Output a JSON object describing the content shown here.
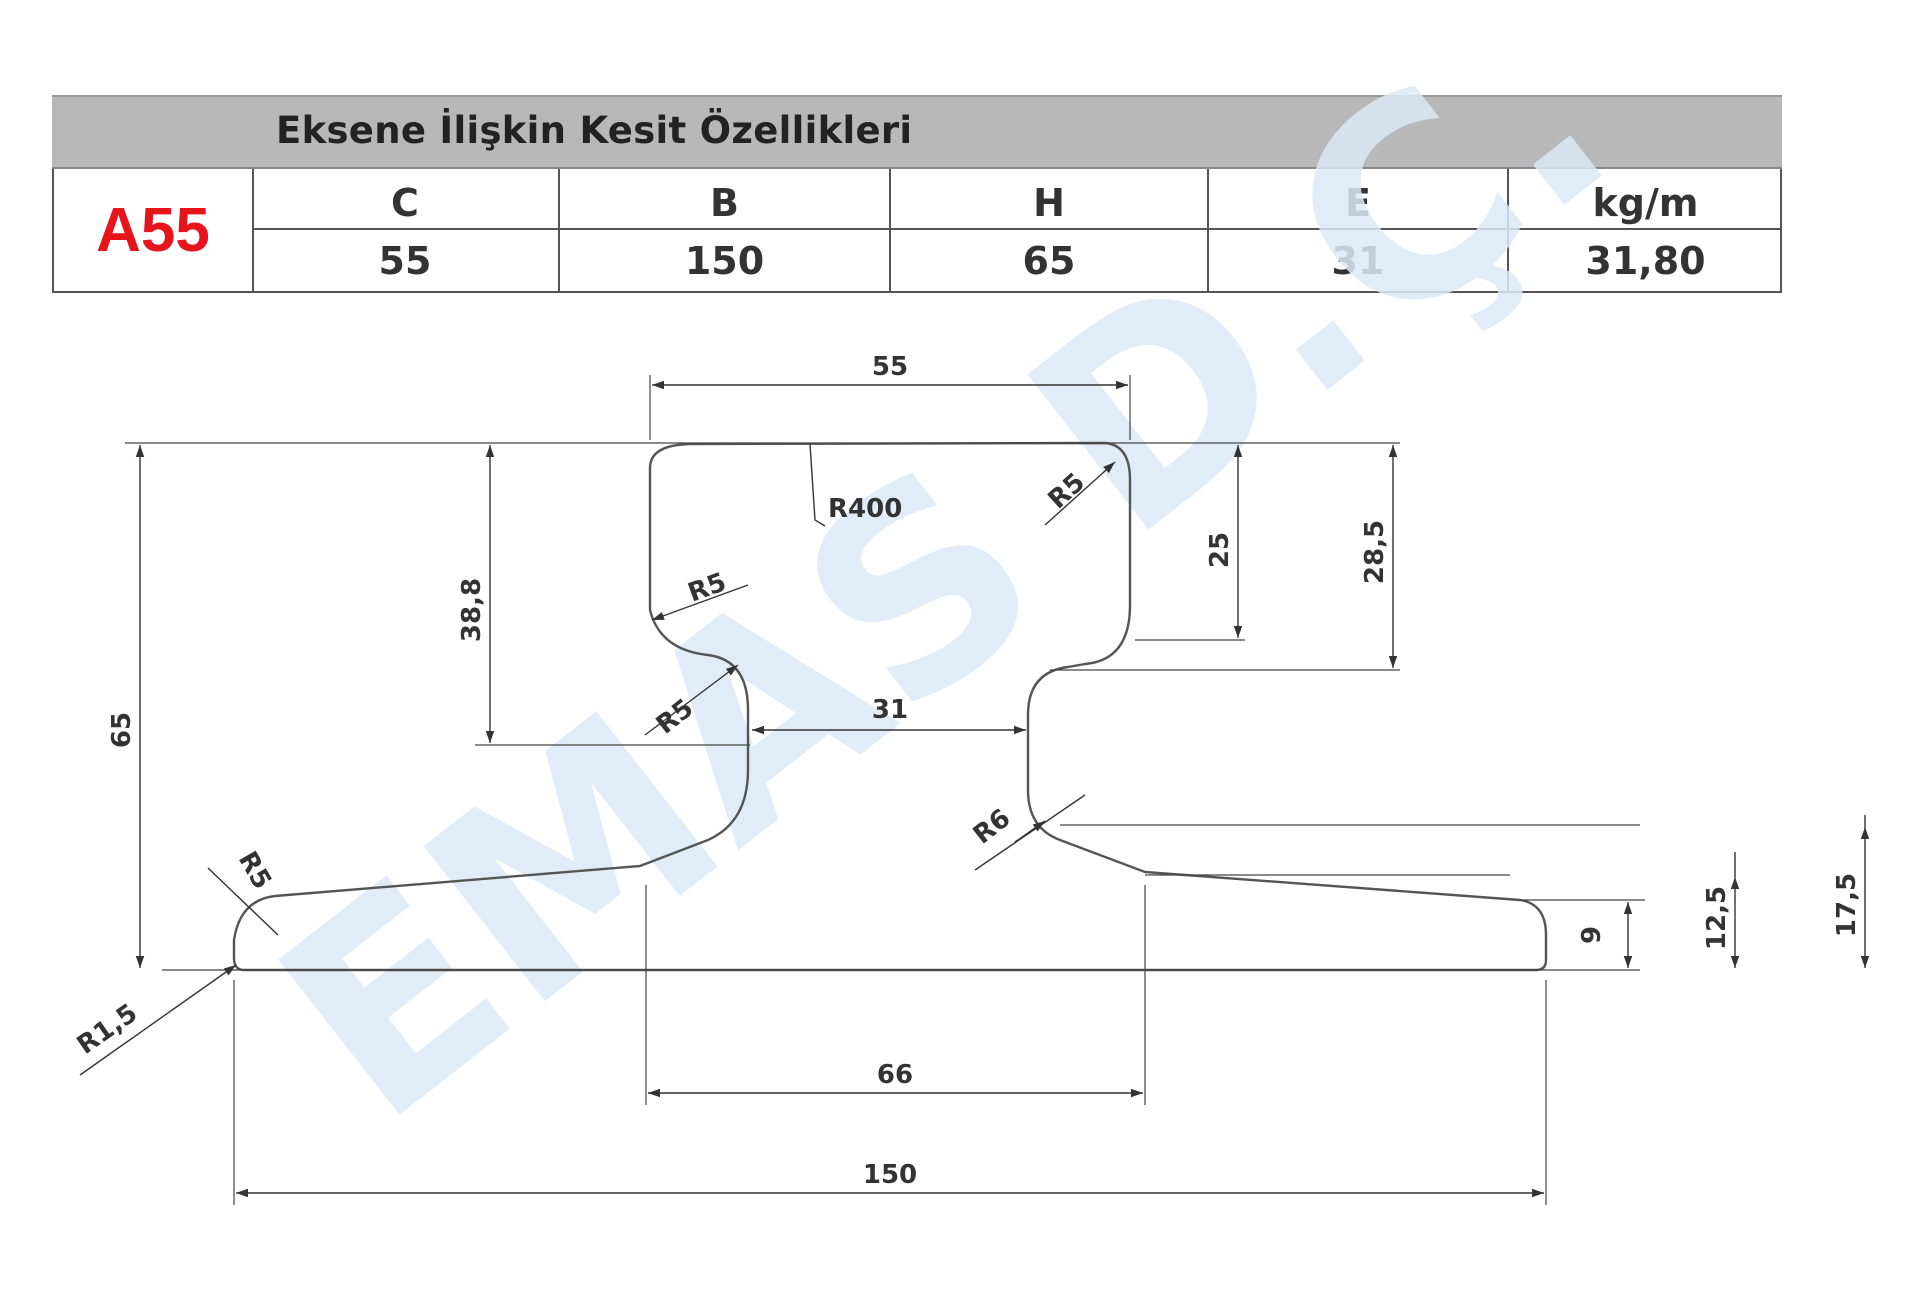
{
  "table": {
    "title": "Eksene İlişkin Kesit Özellikleri",
    "code": "A55",
    "columns": [
      {
        "header": "C",
        "value": "55"
      },
      {
        "header": "B",
        "value": "150"
      },
      {
        "header": "H",
        "value": "65"
      },
      {
        "header": "E",
        "value": "31"
      },
      {
        "header": "kg/m",
        "value": "31,80"
      }
    ]
  },
  "dimensions": {
    "head_width": "55",
    "base_width": "150",
    "foot_inner": "66",
    "height_total": "65",
    "height_38_8": "38,8",
    "head_depth_25": "25",
    "head_depth_28_5": "28,5",
    "web_width": "31",
    "foot_9": "9",
    "foot_12_5": "12,5",
    "foot_17_5": "17,5",
    "r400": "R400",
    "r5_top": "R5",
    "r5_left_upper": "R5",
    "r5_left_lower": "R5",
    "r5_foot": "R5",
    "r6": "R6",
    "r1_5": "R1,5"
  },
  "watermark": "EMAS D.Ç."
}
